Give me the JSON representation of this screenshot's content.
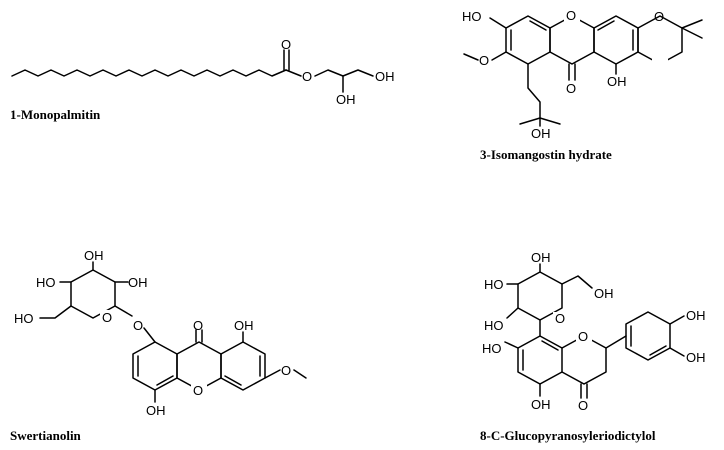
{
  "compounds": [
    {
      "name": "1-Monopalmitin",
      "atoms": {
        "ester_o": "O",
        "carbonyl_o": "O",
        "oh_primary": "OH",
        "oh_secondary": "OH"
      }
    },
    {
      "name": "3-Isomangostin hydrate",
      "atoms": {
        "oh_top_left": "HO",
        "ring_o": "O",
        "pyran_o": "O",
        "methoxy_o": "O",
        "carbonyl_o": "O",
        "oh_bottom": "OH",
        "oh_chain": "OH"
      }
    },
    {
      "name": "Swertianolin",
      "atoms": {
        "oh_sugar_top": "OH",
        "oh_sugar_left": "HO",
        "oh_sugar_right": "OH",
        "oh_ch2": "HO",
        "sugar_ring_o": "O",
        "glyco_o": "O",
        "carbonyl_o": "O",
        "oh_right": "OH",
        "xanthone_o": "O",
        "methoxy_o": "O",
        "oh_bottom": "OH"
      }
    },
    {
      "name": "8-C-Glucopyranosyleriodictylol",
      "atoms": {
        "oh_sugar_top": "OH",
        "oh_sugar_left": "HO",
        "oh_ch2": "OH",
        "oh_sugar_lower": "HO",
        "sugar_ring_o": "O",
        "oh_a_ring": "HO",
        "chromane_o": "O",
        "oh_catechol_1": "OH",
        "oh_catechol_2": "OH",
        "oh_bottom": "OH",
        "carbonyl_o": "O"
      }
    }
  ]
}
